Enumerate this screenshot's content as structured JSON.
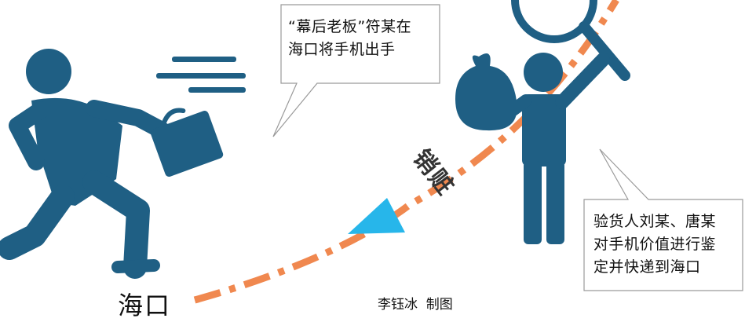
{
  "callouts": {
    "left": "“幕后老板”符某在\n海口将手机出手",
    "right": "验货人刘某、唐某\n对手机价值进行鉴\n定并快递到海口"
  },
  "path_label": "销赃",
  "location": "海口",
  "credit": "李钰冰  制图",
  "colors": {
    "figure": "#1f5f84",
    "path": "#f0884f",
    "arrow": "#27b6ea",
    "bubble_border": "#9a9a9a"
  },
  "icons": [
    "running-man-with-briefcase-icon",
    "man-holding-magnifier-and-bag-icon"
  ]
}
